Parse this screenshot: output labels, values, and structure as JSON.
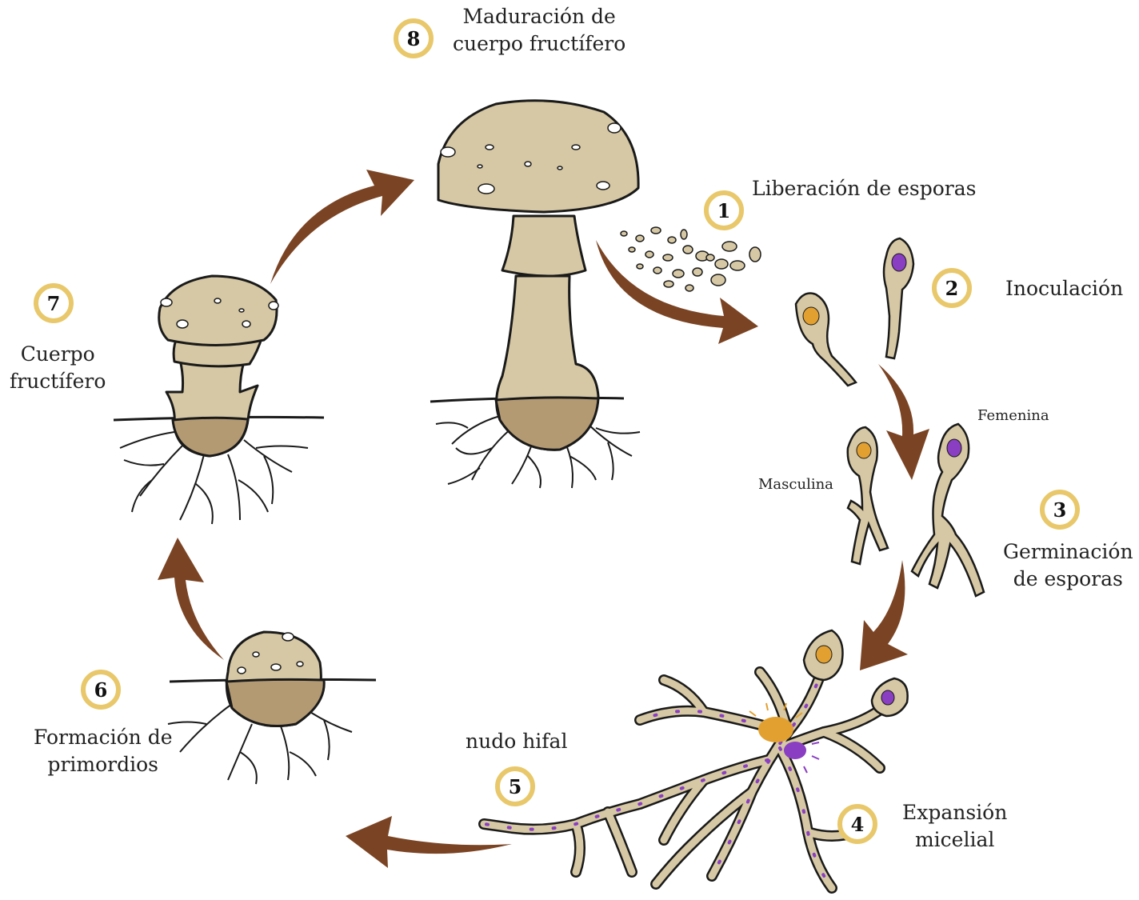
{
  "colors": {
    "arrow": "#7a4424",
    "badge_ring": "#e8c86a",
    "cap": "#d6c8a4",
    "soil": "#b39a72",
    "spore_male": "#e2a030",
    "spore_female": "#8a3ec2"
  },
  "steps": [
    {
      "number": "1",
      "label": "Liberación de esporas"
    },
    {
      "number": "2",
      "label": "Inoculación"
    },
    {
      "number": "3",
      "label_line1": "Germinación",
      "label_line2": "de esporas"
    },
    {
      "number": "4",
      "label_line1": "Expansión",
      "label_line2": "micelial"
    },
    {
      "number": "5",
      "label": "nudo hifal"
    },
    {
      "number": "6",
      "label_line1": "Formación de",
      "label_line2": "primordios"
    },
    {
      "number": "7",
      "label_line1": "Cuerpo",
      "label_line2": "fructífero"
    },
    {
      "number": "8",
      "label_line1": "Maduración de",
      "label_line2": "cuerpo fructífero"
    }
  ],
  "spore_labels": {
    "male": "Masculina",
    "female": "Femenina"
  }
}
